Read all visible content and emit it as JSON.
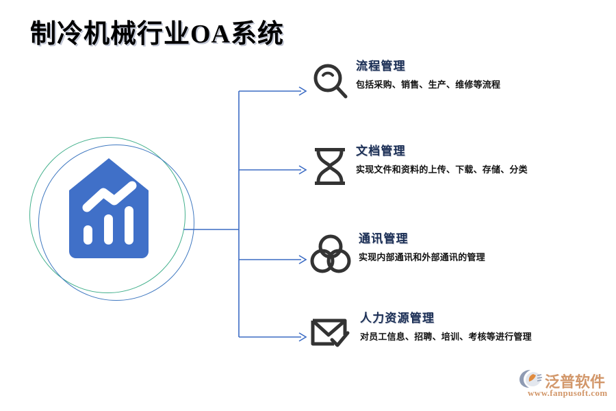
{
  "title": "制冷机械行业OA系统",
  "colors": {
    "logo_blue": "#4070c8",
    "ring_green": "#43b08c",
    "ring_blue": "#3f78c0",
    "connector_blue": "#3b6bc4",
    "heading_navy": "#1b2f55",
    "icon_dark": "#333333",
    "watermark_orange": "#d2976a",
    "watermark_mark_gray": "#8f9bb3"
  },
  "logo": {
    "icon_name": "house-chart-logo",
    "ring_outer_name": "decorative-ring-outer",
    "ring_inner_name": "decorative-ring-inner"
  },
  "items": [
    {
      "icon": "magnifier-icon",
      "title": "流程管理",
      "desc": "包括采购、销售、生产、维修等流程"
    },
    {
      "icon": "hourglass-icon",
      "title": "文档管理",
      "desc": "实现文件和资料的上传、下载、存储、分类"
    },
    {
      "icon": "three-circles-icon",
      "title": "通讯管理",
      "desc": "实现内部通讯和外部通讯的管理"
    },
    {
      "icon": "envelope-check-icon",
      "title": "人力资源管理",
      "desc": "对员工信息、招聘、培训、考核等进行管理"
    }
  ],
  "watermark": {
    "brand": "泛普软件",
    "url": "www.fanpusoft.com",
    "mark_name": "fanpusoft-logo-mark"
  }
}
